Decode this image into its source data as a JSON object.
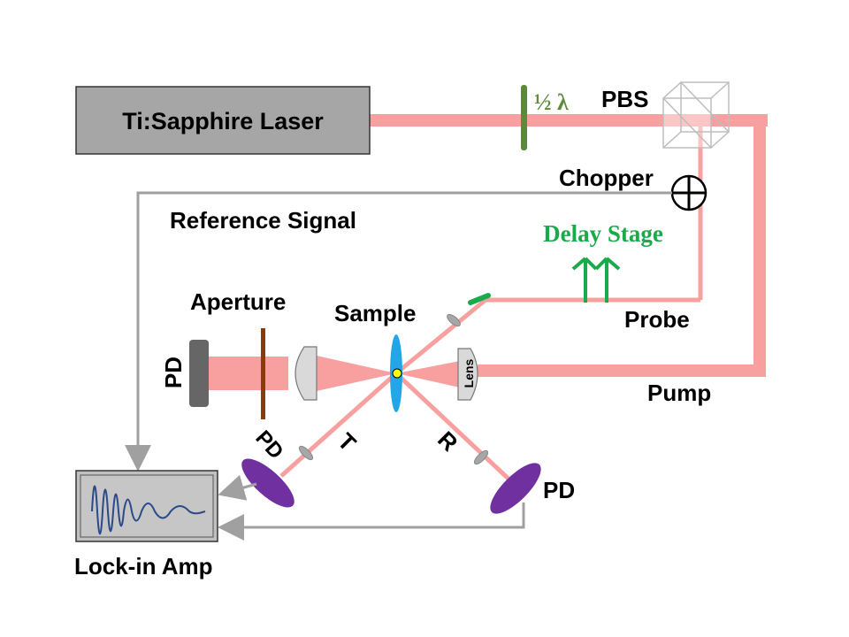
{
  "title": "",
  "laser": {
    "label": "Ti:Sapphire Laser"
  },
  "waveplate": {
    "label": "½ λ"
  },
  "pbs": {
    "label": "PBS"
  },
  "chopper": {
    "label": "Chopper"
  },
  "reference": {
    "label": "Reference Signal"
  },
  "delay_stage": {
    "label": "Delay Stage"
  },
  "aperture": {
    "label": "Aperture"
  },
  "sample": {
    "label": "Sample"
  },
  "probe": {
    "label": "Probe"
  },
  "pump": {
    "label": "Pump"
  },
  "lens": {
    "label": "Lens"
  },
  "detectors": {
    "left_label": "PD",
    "transmitted_label": "PD",
    "reflected_label": "PD",
    "t_label": "T",
    "r_label": "R"
  },
  "lockin": {
    "label": "Lock-in Amp"
  },
  "colors": {
    "beam": "#f8a0a0",
    "laser_text": "#1a2bd6",
    "waveplate": "#5a8a3a",
    "delay_stage": "#1aaa4a",
    "sample": "#22a6e8",
    "detector_purple": "#7030a0",
    "signal_line": "#a0a0a0"
  }
}
